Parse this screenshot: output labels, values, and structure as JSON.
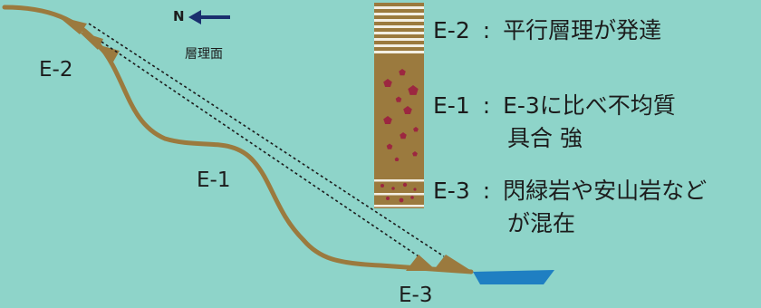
{
  "north": {
    "label": "N"
  },
  "profile": {
    "bedding_label": "層理面",
    "units": {
      "e2": "E-2",
      "e1": "E-1",
      "e3": "E-3"
    }
  },
  "column": {
    "colors": {
      "fill": "#9b7a3e",
      "lines": "#f3efe4",
      "clasts": "#9c2740"
    }
  },
  "legend": {
    "e2": {
      "unit": "E-2",
      "separator": ":",
      "text": "平行層理が発達"
    },
    "e1": {
      "unit": "E-1",
      "separator": ":",
      "line1": "E-3に比べ不均質",
      "line2": "具合 強"
    },
    "e3": {
      "unit": "E-3",
      "separator": ":",
      "line1": "閃緑岩や安山岩など",
      "line2": "が混在"
    }
  },
  "colors": {
    "background": "#8ed4c9",
    "slope": "#9b7a3e",
    "water": "#1f7fc2",
    "arrow": "#1a2f6e"
  }
}
